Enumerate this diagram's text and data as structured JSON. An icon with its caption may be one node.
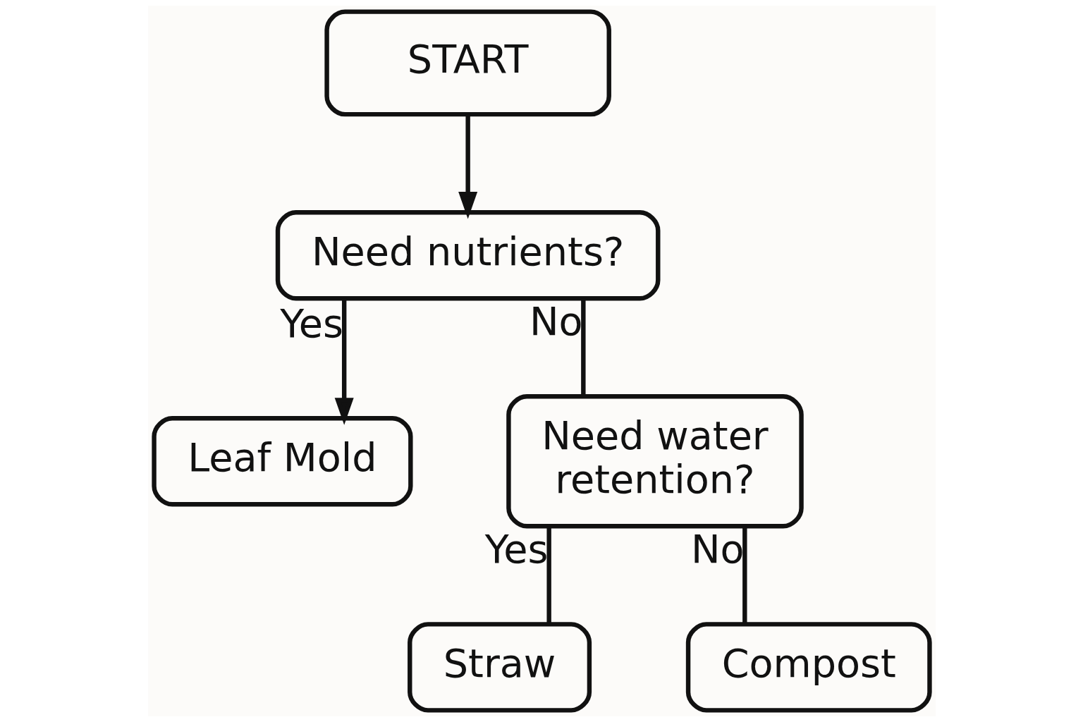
{
  "diagram": {
    "nodes": [
      {
        "text": [
          "START"
        ]
      },
      {
        "text": [
          "Need nutrients?"
        ]
      },
      {
        "text": [
          "Leaf Mold"
        ]
      },
      {
        "text": [
          "Need water retention?"
        ]
      },
      {
        "text": [
          "Straw"
        ]
      },
      {
        "text": [
          "Compost"
        ]
      }
    ],
    "edges": [
      {
        "from": 0,
        "to": 1,
        "arrow": "to"
      },
      {
        "from": 1,
        "to": 2,
        "label": "Yes",
        "arrow": "to"
      },
      {
        "from": 1,
        "to": 3,
        "label": "No",
        "arrow": "none"
      },
      {
        "from": 3,
        "to": 4,
        "label": "Yes",
        "arrow": "none"
      },
      {
        "from": 3,
        "to": 5,
        "label": "No",
        "arrow": "none"
      }
    ]
  }
}
